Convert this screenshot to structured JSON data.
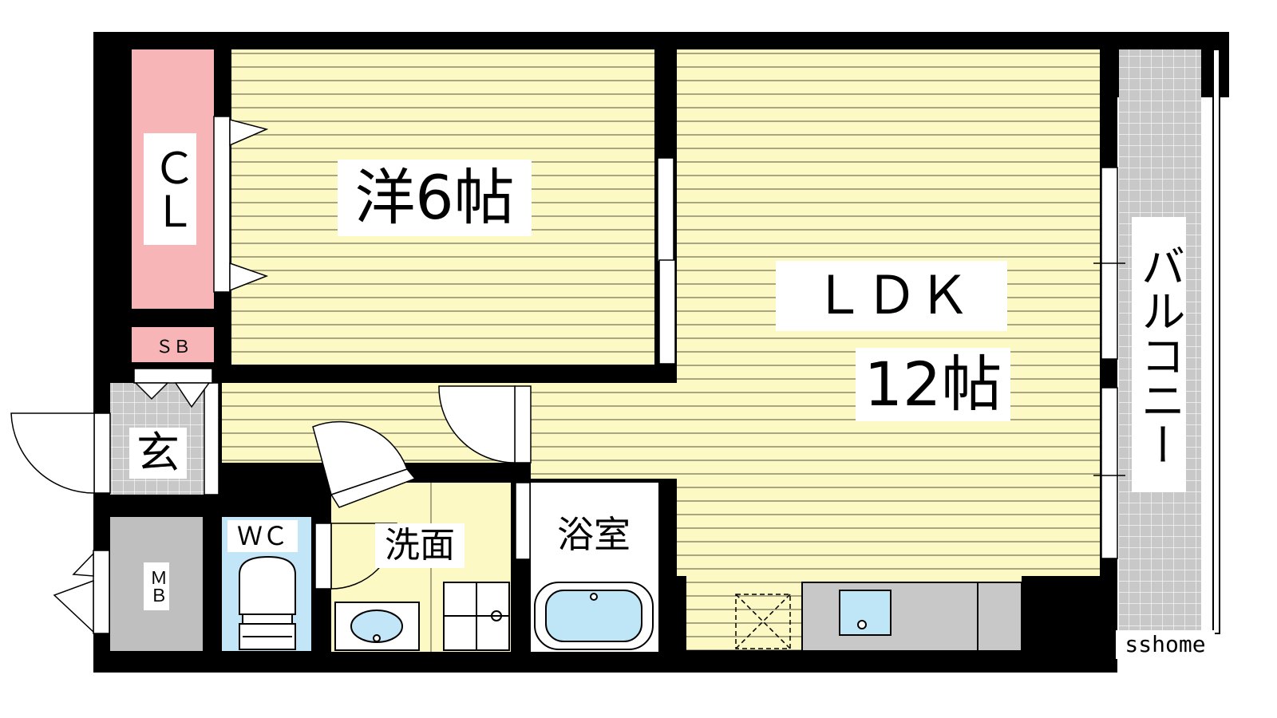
{
  "rooms": {
    "western": "洋6帖",
    "ldk_name": "ＬＤＫ",
    "ldk_size": "12帖",
    "closet": "ＣＬ",
    "shoe_box": "ＳＢ",
    "entrance": "玄",
    "meter_box": "ＭＢ",
    "toilet": "ＷＣ",
    "washroom": "洗面",
    "bathroom": "浴室",
    "balcony": "バルコニー"
  },
  "watermark": "sshome",
  "colors": {
    "wall": "#000000",
    "floor": "#fdf9c4",
    "floor_line": "#8c8a6a",
    "closet": "#f7b5b7",
    "toilet": "#c2e6f7",
    "bath_water": "#bfe6f7",
    "meter_box": "#bfbfbf",
    "balcony": "#c8c8c8",
    "counter": "#c8c8c8"
  }
}
